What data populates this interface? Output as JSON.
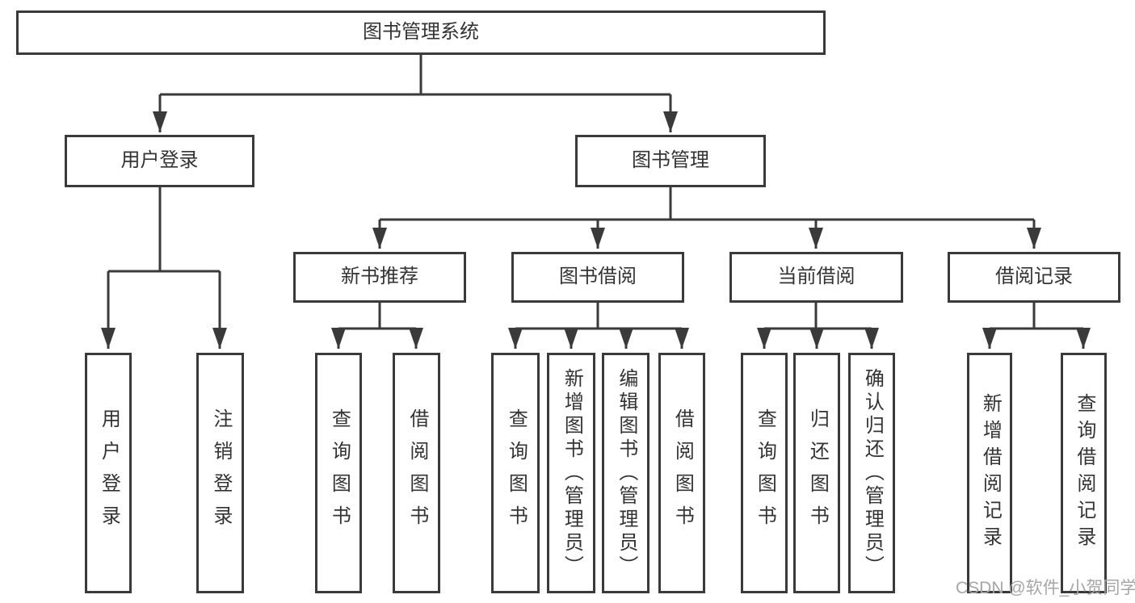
{
  "root": {
    "label": "图书管理系统"
  },
  "branches": [
    {
      "label": "用户登录",
      "children": [
        {
          "label": "用户登录"
        },
        {
          "label": "注销登录"
        }
      ]
    },
    {
      "label": "图书管理",
      "groups": [
        {
          "label": "新书推荐",
          "children": [
            {
              "label": "查询图书"
            },
            {
              "label": "借阅图书"
            }
          ]
        },
        {
          "label": "图书借阅",
          "children": [
            {
              "label": "查询图书"
            },
            {
              "label": "新增图书（管理员）"
            },
            {
              "label": "编辑图书（管理员）"
            },
            {
              "label": "借阅图书"
            }
          ]
        },
        {
          "label": "当前借阅",
          "children": [
            {
              "label": "查询图书"
            },
            {
              "label": "归还图书"
            },
            {
              "label": "确认归还（管理员）"
            }
          ]
        },
        {
          "label": "借阅记录",
          "children": [
            {
              "label": "新增借阅记录"
            },
            {
              "label": "查询借阅记录"
            }
          ]
        }
      ]
    }
  ],
  "watermark": "CSDN @软件_小贺同学",
  "colors": {
    "line": "#3a3a3a",
    "text": "#333333",
    "watermark": "#a6a6a6",
    "background": "#ffffff"
  }
}
